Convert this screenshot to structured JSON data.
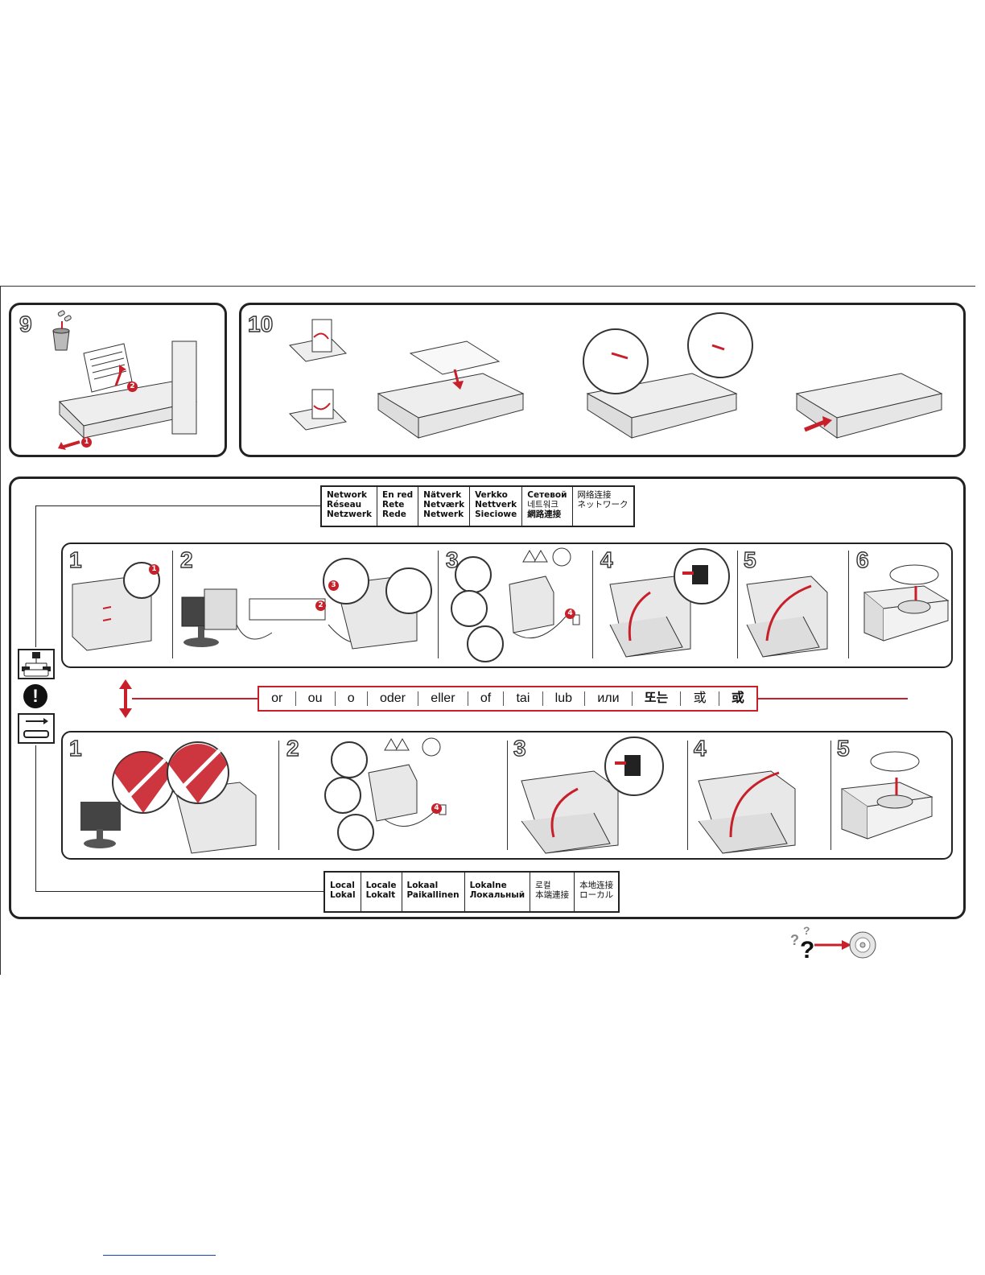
{
  "steps_top": {
    "step9": "9",
    "step10": "10"
  },
  "network_label": {
    "cols": [
      [
        "Network",
        "Réseau",
        "Netzwerk"
      ],
      [
        "En red",
        "Rete",
        "Rede"
      ],
      [
        "Nätverk",
        "Netværk",
        "Netwerk"
      ],
      [
        "Verkko",
        "Nettverk",
        "Sieciowe"
      ],
      [
        "Сетевой",
        "네트워크",
        "網路連接"
      ],
      [
        "网络连接",
        "ネットワーク"
      ]
    ]
  },
  "network_steps": [
    "1",
    "2",
    "3",
    "4",
    "5",
    "6"
  ],
  "or_bar": [
    "or",
    "ou",
    "o",
    "oder",
    "eller",
    "of",
    "tai",
    "lub",
    "или",
    "또는",
    "或",
    "或"
  ],
  "local_steps": [
    "1",
    "2",
    "3",
    "4",
    "5"
  ],
  "local_label": {
    "cols": [
      [
        "Local",
        "Lokal"
      ],
      [
        "Locale",
        "Lokalt"
      ],
      [
        "Lokaal",
        "Paikallinen"
      ],
      [
        "Lokalne",
        "Локальный"
      ],
      [
        "로컬",
        "本端連接"
      ],
      [
        "本地连接",
        "ローカル"
      ]
    ]
  },
  "callouts": {
    "one": "1",
    "two": "2",
    "three": "3",
    "four": "4"
  },
  "help": {
    "question_marks": "?"
  },
  "colors": {
    "accent_red": "#c8202a",
    "frame": "#222222"
  },
  "icons": [
    "trash-icon",
    "paper-stack-icon",
    "network-icon",
    "usb-icon",
    "warning-icon",
    "cd-icon",
    "help-question-icon"
  ]
}
